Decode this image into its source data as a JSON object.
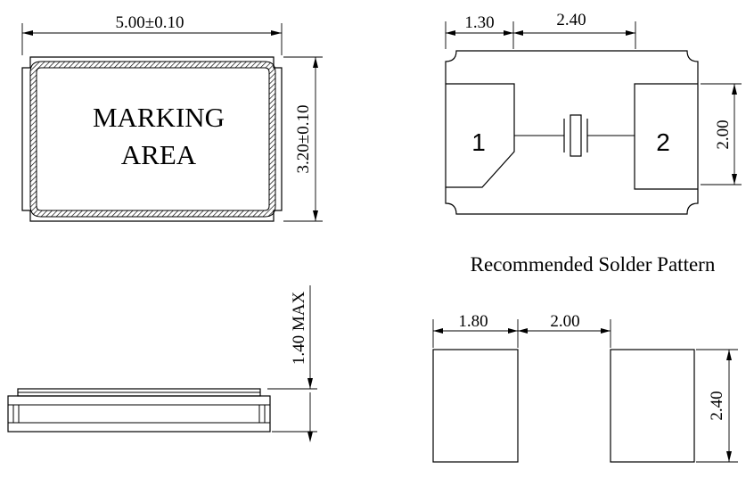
{
  "top_view": {
    "marking_line1": "MARKING",
    "marking_line2": "AREA",
    "width_dim": "5.00±0.10",
    "height_dim": "3.20±0.10"
  },
  "side_view": {
    "height_dim": "1.40 MAX"
  },
  "bottom_view": {
    "left_dim": "1.30",
    "middle_dim": "2.40",
    "right_dim": "2.00",
    "pad1_label": "1",
    "pad2_label": "2"
  },
  "solder_pattern": {
    "title": "Recommended Solder Pattern",
    "pad_width_dim": "1.80",
    "gap_dim": "2.00",
    "pad_height_dim": "2.40"
  },
  "colors": {
    "line": "#000000",
    "hatch": "#000000",
    "background": "#ffffff"
  }
}
